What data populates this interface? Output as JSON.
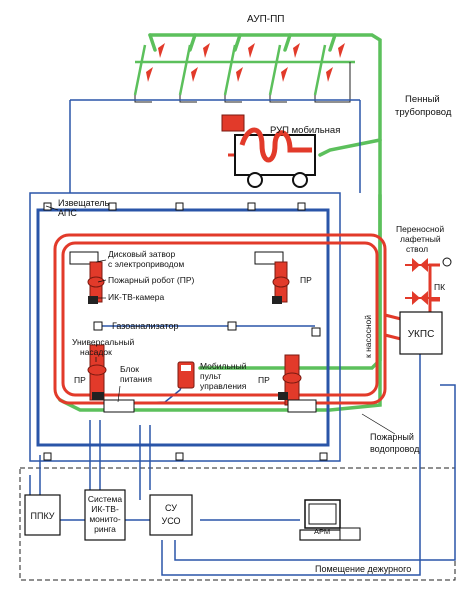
{
  "labels": {
    "aup_pp": "АУП-ПП",
    "foam_line_1": "Пенный",
    "foam_line_2": "трубопровод",
    "rup": "РУП мобильная",
    "aps_1": "Извещатель",
    "aps_2": "АПС",
    "disk_1": "Дисковый затвор",
    "disk_2": "с электроприводом",
    "robot": "Пожарный робот (ПР)",
    "ik_cam": "ИК-ТВ-камера",
    "gas": "Газоанализатор",
    "univ_1": "Универсальный",
    "univ_2": "насадок",
    "block_1": "Блок",
    "block_2": "питания",
    "mob_1": "Мобильный",
    "mob_2": "пульт",
    "mob_3": "управления",
    "pr_tr": "ПР",
    "pr_bl": "ПР",
    "pr_br": "ПР",
    "to_pump": "к насосной",
    "port_1": "Переносной",
    "port_2": "лафетный",
    "port_3": "ствол",
    "pk": "ПК",
    "water_1": "Пожарный",
    "water_2": "водопровод",
    "room": "Помещение дежурного"
  },
  "boxes": {
    "ukps": "УКПС",
    "ppku": "ППКУ",
    "sys_1": "Система",
    "sys_2": "ИК-ТВ-",
    "sys_3": "монито-",
    "sys_4": "ринга",
    "su": "СУ",
    "uso": "УСО",
    "arm": "АРМ"
  },
  "colors": {
    "foam": "#5cc05c",
    "water": "#e23a2a",
    "signal": "#2a55a8",
    "text": "#111111"
  }
}
